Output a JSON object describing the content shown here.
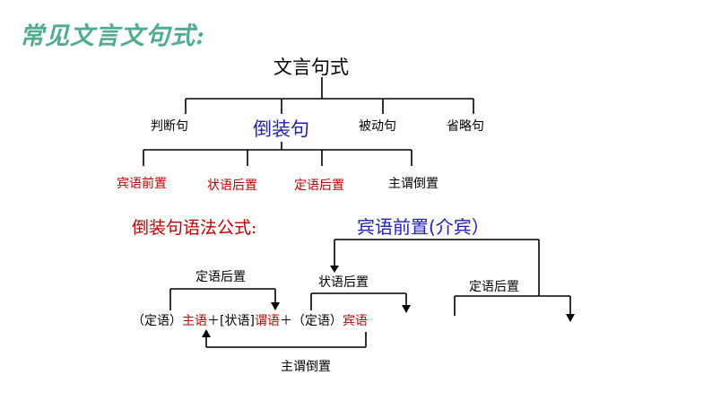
{
  "heading": "常见文言文句式:",
  "root": "文言句式",
  "types": {
    "judgment": "判断句",
    "inverted": "倒装句",
    "passive": "被动句",
    "omission": "省略句"
  },
  "inverted_subtypes": {
    "object_front": "宾语前置",
    "adverbial_post": "状语后置",
    "attributive_post": "定语后置",
    "subject_predicate": "主谓倒置"
  },
  "formula_title": "倒装句语法公式:",
  "prep_object": "宾语前置(介宾）",
  "arrows": {
    "attributive_post": "定语后置",
    "adverbial_post": "状语后置",
    "attributive_post_right": "定语后置",
    "subject_predicate": "主谓倒置"
  },
  "formula": {
    "p1": "（定语）",
    "subject": "主语",
    "p2": "＋[状语]",
    "predicate": "谓语",
    "p3": "＋（定语）",
    "object": "宾语"
  }
}
